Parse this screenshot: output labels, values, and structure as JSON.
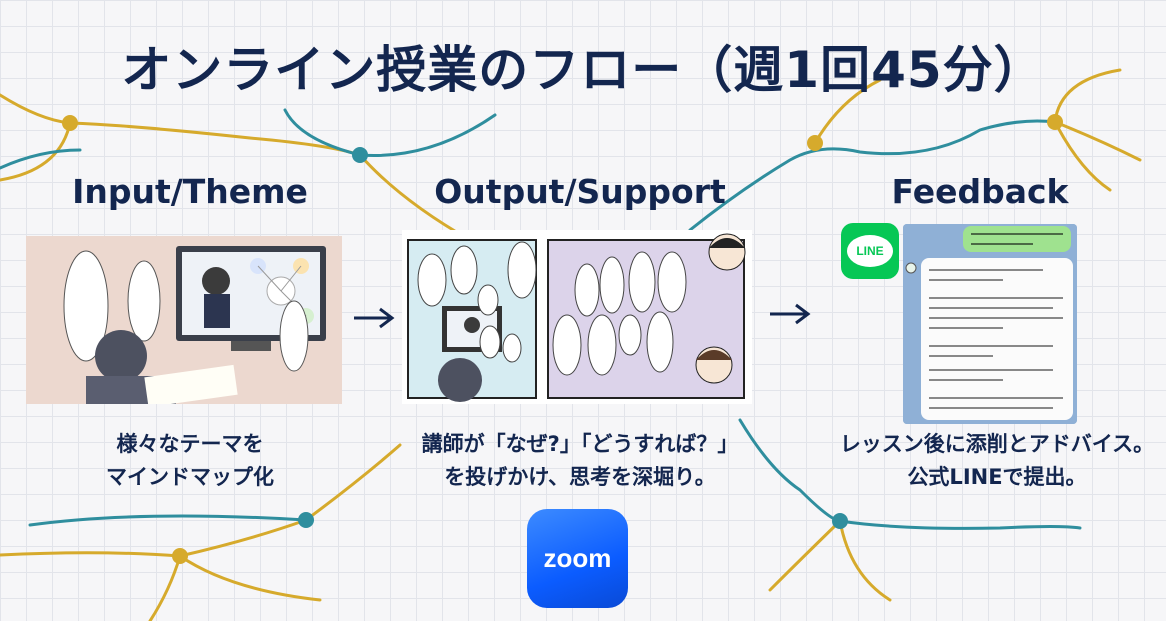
{
  "title": "オンライン授業のフロー（週1回45分）",
  "sections": [
    {
      "heading": "Input/Theme",
      "caption_lines": [
        "様々なテーマを",
        "マインドマップ化"
      ]
    },
    {
      "heading": "Output/Support",
      "caption_lines": [
        "講師が「なぜ?」「どうすれば？」",
        "を投げかけ、思考を深堀り。"
      ]
    },
    {
      "heading": "Feedback",
      "caption_lines": [
        "レッスン後に添削とアドバイス。",
        "公式LINEで提出。"
      ]
    }
  ],
  "logos": {
    "line": "LINE",
    "zoom": "zoom"
  },
  "colors": {
    "navy": "#13264f",
    "line_gold": "#d6aa2c",
    "line_teal": "#2f8e9e",
    "line_green": "#06c755",
    "zoom_blue": "#0b5cff"
  },
  "icons": [
    "arrow-right-icon",
    "line-logo-icon",
    "zoom-logo-icon"
  ]
}
